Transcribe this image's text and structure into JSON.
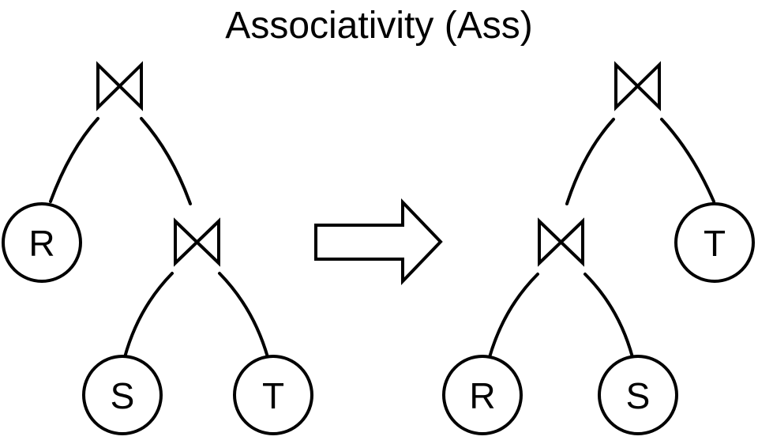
{
  "title": "Associativity (Ass)",
  "colors": {
    "ink": "#000000",
    "background": "#ffffff"
  },
  "icons": {
    "join": "bowtie-join-icon",
    "transform": "block-arrow-right-icon"
  },
  "left_tree": {
    "root_operator": "join",
    "relation_r": "R",
    "inner_operator": "join",
    "relation_s": "S",
    "relation_t": "T"
  },
  "right_tree": {
    "root_operator": "join",
    "inner_operator": "join",
    "relation_r": "R",
    "relation_s": "S",
    "relation_t": "T"
  }
}
